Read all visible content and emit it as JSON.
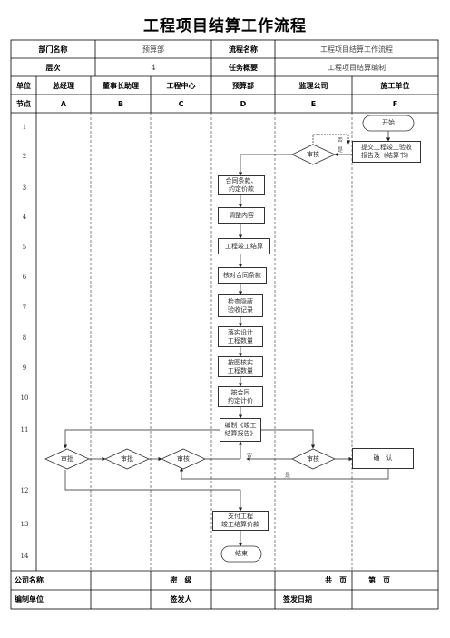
{
  "title": "工程项目结算工作流程",
  "header": {
    "dept_label": "部门名称",
    "dept_value": "预算部",
    "process_label": "流程名称",
    "process_value": "工程项目结算工作流程",
    "level_label": "层次",
    "level_value": "4",
    "task_label": "任务概要",
    "task_value": "工程项目结算编制"
  },
  "columns": {
    "unit_label": "单位",
    "node_label": "节点",
    "units": [
      "总经理",
      "董事长助理",
      "工程中心",
      "预算部",
      "监理公司",
      "施工单位"
    ],
    "nodes": [
      "A",
      "B",
      "C",
      "D",
      "E",
      "F"
    ]
  },
  "row_numbers": [
    "1",
    "2",
    "3",
    "4",
    "5",
    "6",
    "7",
    "8",
    "9",
    "10",
    "11",
    "12",
    "13",
    "14"
  ],
  "flow": {
    "start": "开始",
    "submit": "提交工程竣工验收\n报告及《结算书》",
    "review_e2": "审核",
    "contract": "合同条款、\n约定价款",
    "adjust": "调整内容",
    "settle": "工程竣工结算",
    "check_contract": "核对合同条款",
    "check_hidden": "检查隐蔽\n验收记录",
    "implement": "落实设计\n工程数量",
    "verify_drawing": "按图核实\n工程数量",
    "by_contract": "按合同\n约定计价",
    "compile": "编制《竣工\n结算报告》",
    "approve_a": "审批",
    "approve_b": "审批",
    "review_c": "审核",
    "review_e11": "审核",
    "confirm": "确　认",
    "pay": "支付工程\n竣工结算价款",
    "end": "结束",
    "label_no_top": "否",
    "label_yes_top": "是",
    "label_no_mid": "否",
    "label_yes_mid": "是"
  },
  "footer": {
    "company_label": "公司名称",
    "secret_label": "密　级",
    "total_pages_label": "共　页",
    "page_label": "第　页",
    "compiled_label": "编制单位",
    "issuer_label": "签发人",
    "issue_date_label": "签发日期"
  }
}
